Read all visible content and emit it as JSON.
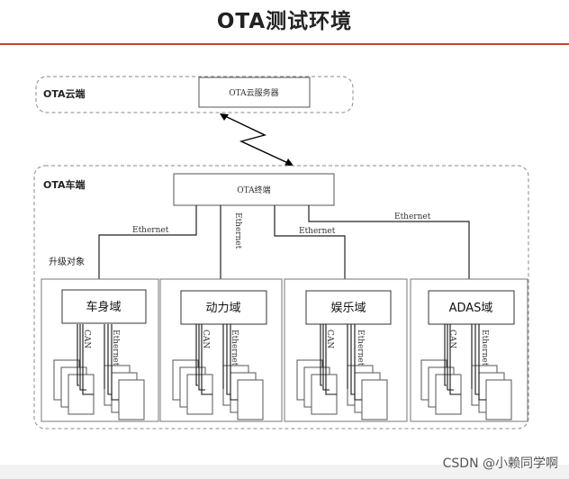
{
  "title": "OTA测试环境",
  "watermark": "CSDN @小赖同学啊",
  "diagram": {
    "cloud": {
      "label": "OTA云端",
      "server": "OTA云服务器"
    },
    "vehicle": {
      "label": "OTA车端",
      "terminal": "OTA终端",
      "upgrade_target_label": "升级对象"
    },
    "link_labels": {
      "ethernet": "Ethernet",
      "can": "CAN"
    },
    "domains": [
      {
        "name": "车身域"
      },
      {
        "name": "动力域"
      },
      {
        "name": "娱乐域"
      },
      {
        "name": "ADAS域"
      }
    ]
  },
  "colors": {
    "accent": "#c7422d"
  }
}
